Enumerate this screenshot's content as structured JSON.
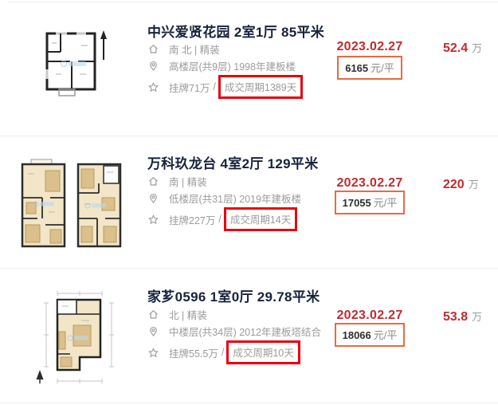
{
  "colors": {
    "accent_red": "#c02b31",
    "annotation_box_red": "#e8000d",
    "unit_price_box_orange": "#e96a41",
    "title_navy": "#17223b",
    "info_gray": "#9b9b9b"
  },
  "icons": {
    "orientation": "house-icon",
    "floor": "location-pin-icon",
    "listing": "star-icon",
    "north": "north-arrow-icon"
  },
  "listings": [
    {
      "title": "中兴爱贤花园 2室1厅 85平米",
      "orientation": "南 北 | 精装",
      "floor_info": "高楼层(共9层) 1998年建板楼",
      "listing_prefix": "挂牌71万",
      "slash": "/",
      "deal_cycle": "成交周期1389天",
      "deal_date": "2023.02.27",
      "unit_price": "6165",
      "unit_price_label": "元/平",
      "total_price": "52.4",
      "total_price_unit": "万"
    },
    {
      "title": "万科玖龙台 4室2厅 129平米",
      "orientation": "南 | 精装",
      "floor_info": "低楼层(共31层) 2019年建板楼",
      "listing_prefix": "挂牌227万",
      "slash": "/",
      "deal_cycle": "成交周期14天",
      "deal_date": "2023.02.27",
      "unit_price": "17055",
      "unit_price_label": "元/平",
      "total_price": "220",
      "total_price_unit": "万"
    },
    {
      "title": "家芗0596 1室0厅 29.78平米",
      "orientation": "北 | 精装",
      "floor_info": "中楼层(共34层) 2012年建板塔结合",
      "listing_prefix": "挂牌55.5万",
      "slash": "/",
      "deal_cycle": "成交周期10天",
      "deal_date": "2023.02.27",
      "unit_price": "18066",
      "unit_price_label": "元/平",
      "total_price": "53.8",
      "total_price_unit": "万"
    }
  ]
}
